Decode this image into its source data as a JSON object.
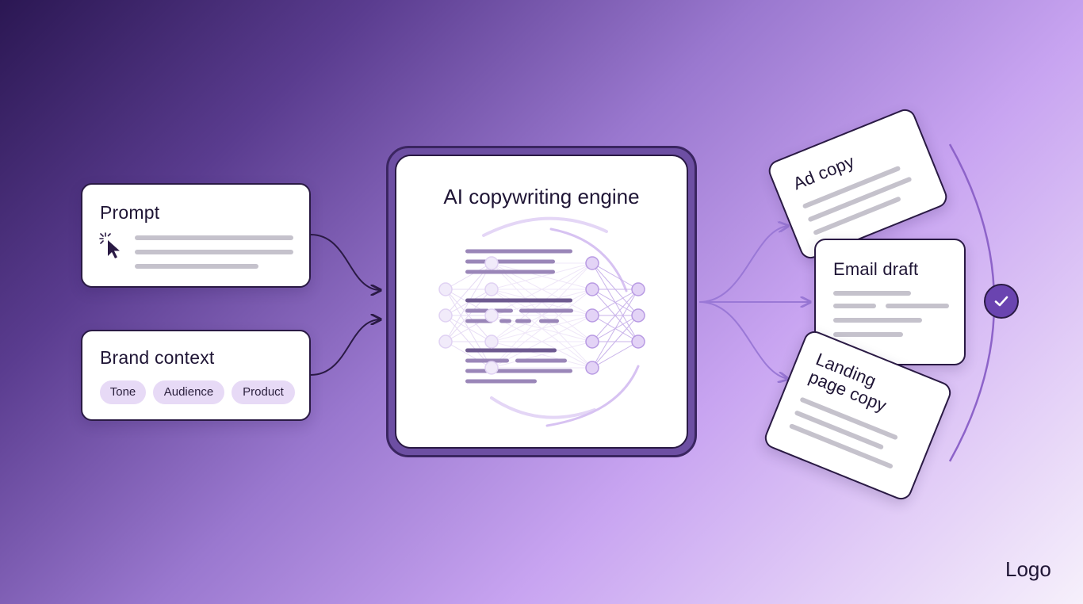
{
  "inputs": {
    "prompt": {
      "title": "Prompt",
      "icon": "cursor-click-icon"
    },
    "brand_context": {
      "title": "Brand context",
      "chips": [
        "Tone",
        "Audience",
        "Product"
      ]
    }
  },
  "engine": {
    "title": "AI copywriting engine",
    "icon": "neural-network-icon"
  },
  "outputs": [
    "Ad copy",
    "Email draft",
    "Landing page copy"
  ],
  "status": {
    "icon": "check-icon"
  },
  "logo": {
    "text": "Logo"
  },
  "colors": {
    "accent": "#6a44b0",
    "engine_frame": "#6d4fa3",
    "outline": "#2a1a44",
    "chip_fill": "#e7daf6",
    "text_line": "#c5c2cc"
  }
}
